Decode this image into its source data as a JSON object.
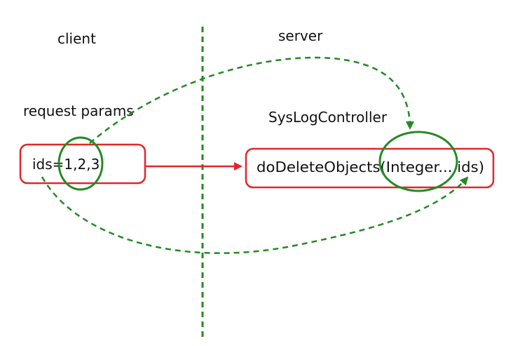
{
  "labels": {
    "client": "client",
    "server": "server",
    "request_params": "request params",
    "controller": "SysLogController",
    "request_value": "ids=1,2,3",
    "method_signature": "doDeleteObjects(Integer... ids)"
  },
  "colors": {
    "box_border": "#e3262a",
    "arrow": "#e3262a",
    "dashed": "#238a23",
    "ellipse": "#238a23",
    "divider": "#238a23",
    "text": "#111111",
    "background": "#ffffff"
  }
}
